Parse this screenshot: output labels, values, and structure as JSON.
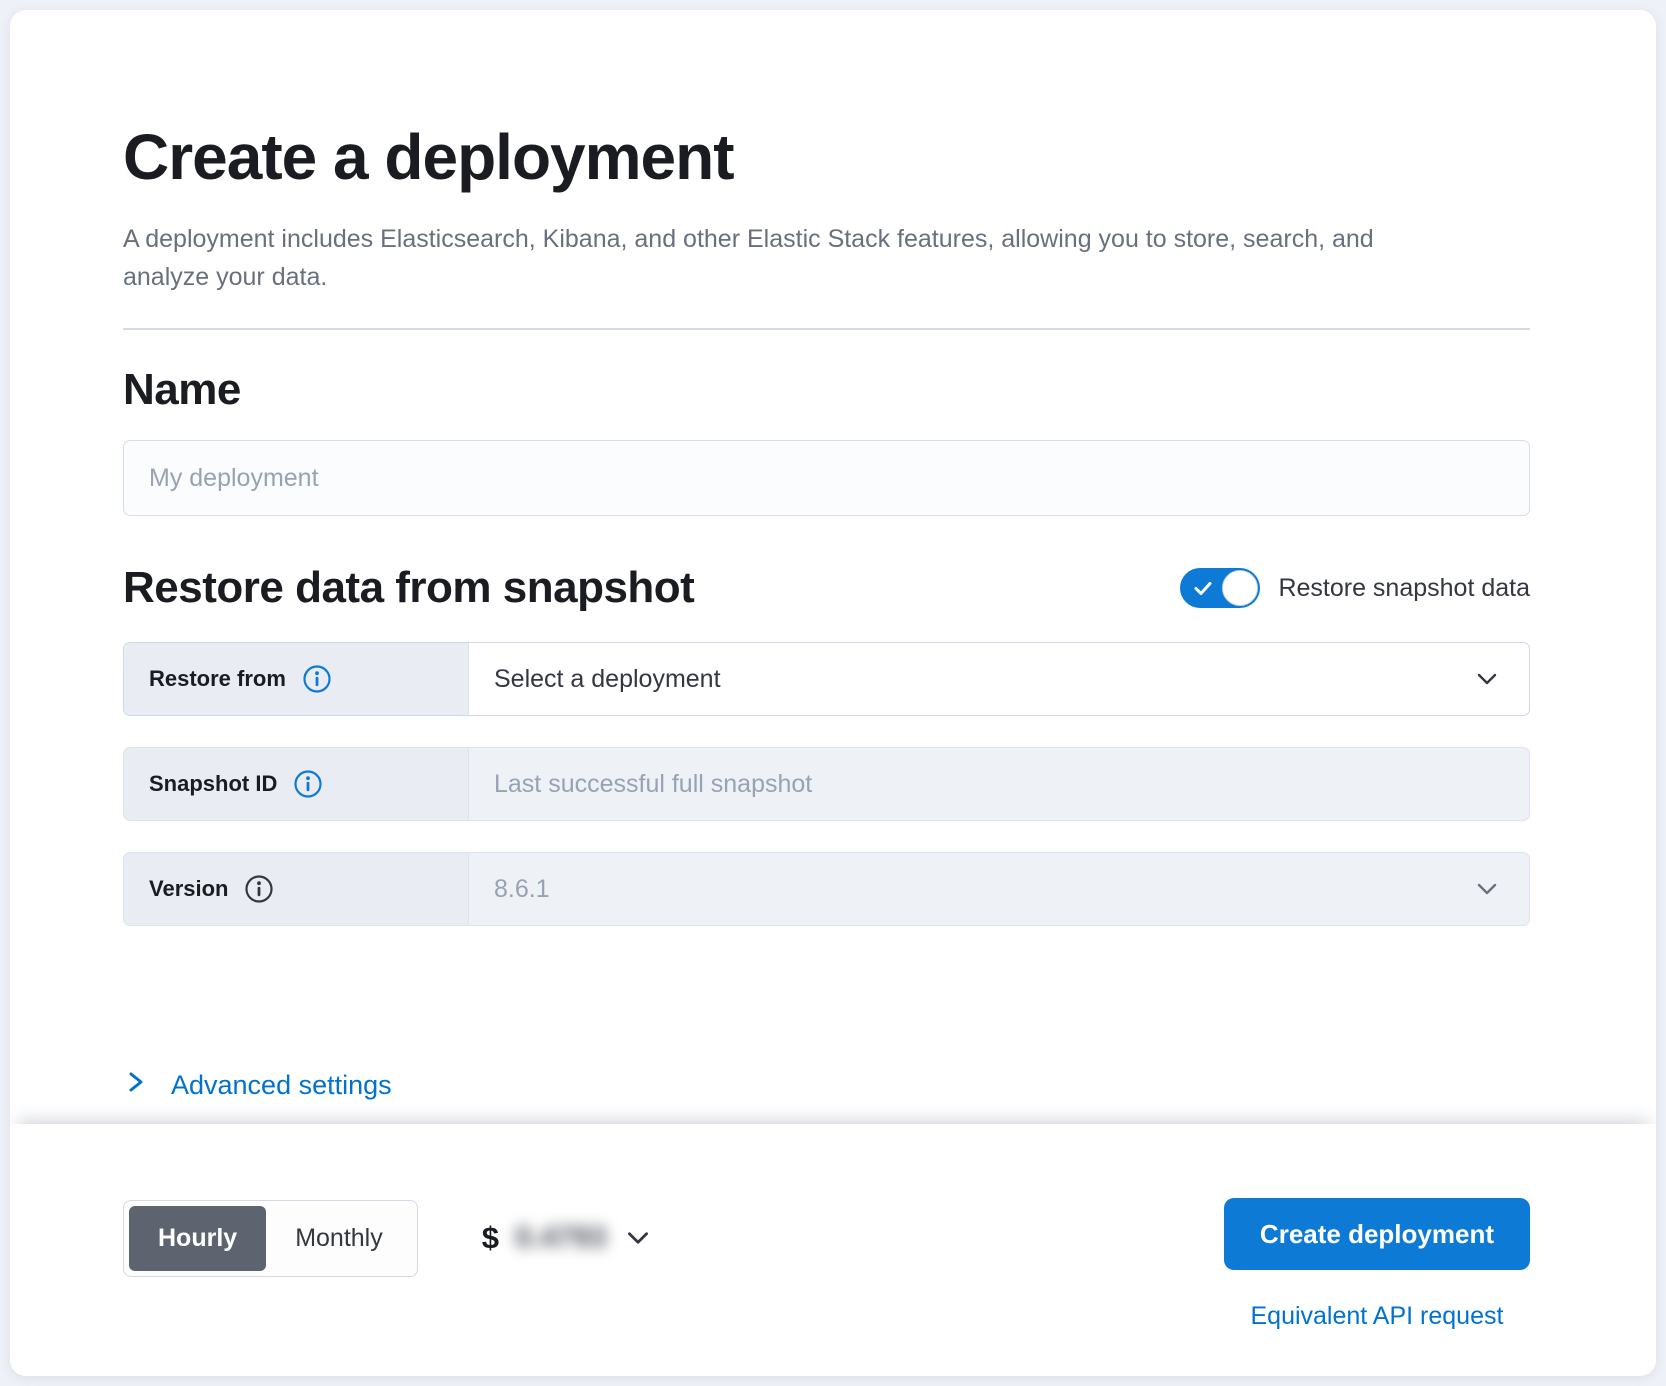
{
  "header": {
    "title": "Create a deployment",
    "subtitle": "A deployment includes Elasticsearch, Kibana, and other Elastic Stack features, allowing you to store, search, and analyze your data."
  },
  "name_section": {
    "heading": "Name",
    "input": {
      "value": "",
      "placeholder": "My deployment"
    }
  },
  "restore_section": {
    "heading": "Restore data from snapshot",
    "toggle": {
      "label": "Restore snapshot data",
      "state": "on"
    },
    "rows": [
      {
        "label": "Restore from",
        "icon": "info-icon",
        "value": "Select a deployment",
        "control": "select"
      },
      {
        "label": "Snapshot ID",
        "icon": "info-icon",
        "value": "",
        "placeholder": "Last successful full snapshot",
        "control": "text-input"
      },
      {
        "label": "Version",
        "icon": "info-icon",
        "value": "8.6.1",
        "control": "select"
      }
    ],
    "advanced_link": "Advanced settings"
  },
  "footer": {
    "billing_period": {
      "options": [
        {
          "label": "Hourly",
          "selected": true
        },
        {
          "label": "Monthly",
          "selected": false
        }
      ]
    },
    "price": {
      "currency_symbol": "$",
      "amount": "0.4793",
      "blurred": true,
      "expandable": true
    },
    "create_button": "Create deployment",
    "api_request_link": "Equivalent API request"
  },
  "colors": {
    "primary_blue": "#0d7ad5",
    "link_blue": "#0073ce",
    "selected_segment_gray": "#5e646f",
    "heading_text": "#1a1c21",
    "muted_text": "#69707d",
    "placeholder_text": "#98a2b3",
    "label_cell_bg": "#e9edf3",
    "page_bg": "#eef1f7"
  }
}
